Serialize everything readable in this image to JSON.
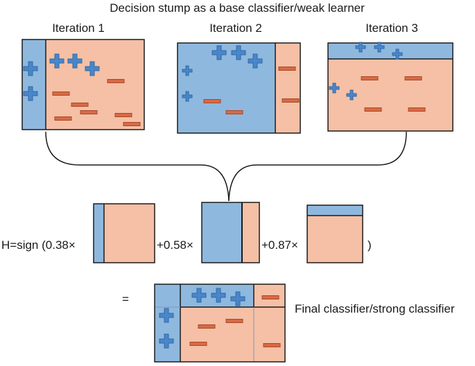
{
  "title": "Decision stump as a base classifier/weak learner",
  "iterations": [
    {
      "label": "Iteration 1"
    },
    {
      "label": "Iteration 2"
    },
    {
      "label": "Iteration 3"
    }
  ],
  "formula": {
    "prefix": "H=sign (0.38×",
    "term2": "+0.58×",
    "term3": "+0.87×",
    "close": ")",
    "weights": [
      0.38,
      0.58,
      0.87
    ]
  },
  "equals": "=",
  "final_label": "Final classifier/strong classifier",
  "colors": {
    "positive_region": "#8fb8de",
    "negative_region": "#f5c0a5",
    "plus_marker": "#4a86c8",
    "minus_marker": "#d86a45",
    "border": "#1a1a1a"
  },
  "icons": {
    "positive": "plus-icon",
    "negative": "minus-icon"
  }
}
